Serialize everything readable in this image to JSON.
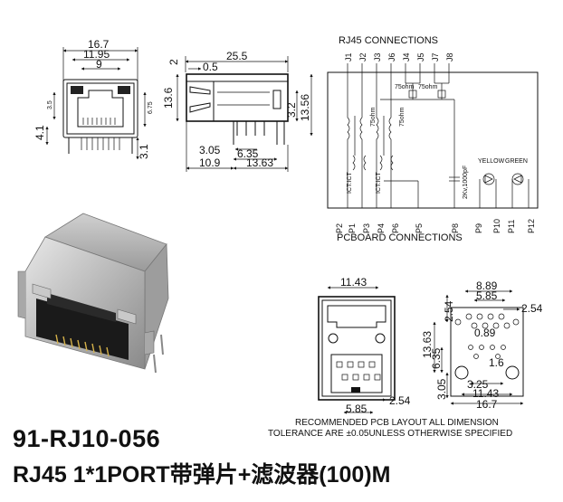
{
  "front_view": {
    "dims": [
      "16.7",
      "11.95",
      "9",
      "3.5",
      "6.75",
      "4.1",
      "3.1"
    ]
  },
  "side_view": {
    "dims": [
      "2",
      "0.5",
      "25.5",
      "13.6",
      "13.56",
      "3.2",
      "3.05",
      "6.35",
      "10.9",
      "13.63"
    ]
  },
  "schematic": {
    "title": "RJ45 CONNECTIONS",
    "top_pins": [
      "J1",
      "J2",
      "J3",
      "J6",
      "J4",
      "J5",
      "J7",
      "J8"
    ],
    "bottom_pins": [
      "P2",
      "P1",
      "P3",
      "P4",
      "P6",
      "P5",
      "P8",
      "P9",
      "P10",
      "P11",
      "P12"
    ],
    "footer": "PCBOARD CONNECTIONS",
    "labels": {
      "r1": "75ohm",
      "r2": "75ohm",
      "r3": "75ohm",
      "r4": "75ohm",
      "ict1": "ICT:ICT",
      "ict2": "ICT:ICT",
      "cap": "2Kv,1000pF",
      "yellow": "YELLOW",
      "green": "GREEN"
    }
  },
  "top_layout": {
    "dims": [
      "11.43",
      "5.85",
      "2.54"
    ]
  },
  "pcb_layout": {
    "dims": [
      "8.89",
      "5.85",
      "2.54",
      "0.89",
      "13.63",
      "6.35",
      "1.6",
      "3.25",
      "11.43",
      "3.05",
      "16.7"
    ]
  },
  "notes": {
    "line1": "RECOMMENDED PCB LAYOUT ALL DIMENSION",
    "line2": "TOLERANCE ARE ±0.05UNLESS OTHERWISE SPECIFIED"
  },
  "product": {
    "code": "91-RJ10-056",
    "description": "RJ45 1*1PORT带弹片+滤波器(100)M"
  }
}
